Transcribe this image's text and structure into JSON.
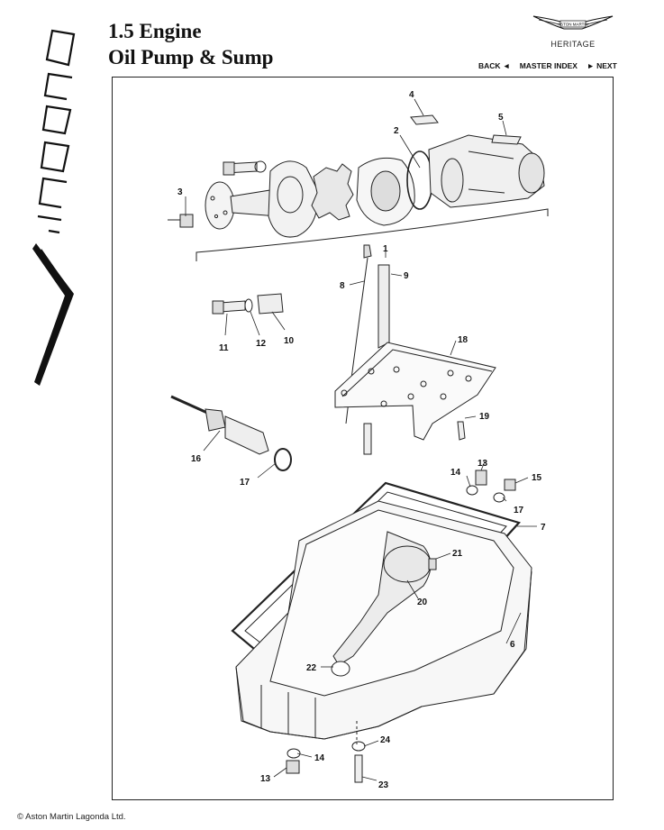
{
  "header": {
    "title_line1": "1.5 Engine",
    "title_line2": "Oil Pump & Sump",
    "vertical_logo_text": "Virage"
  },
  "brand": {
    "logo_text": "ASTON MARTIN",
    "subtitle": "HERITAGE"
  },
  "nav": {
    "back": "BACK ◄",
    "master_index": "MASTER INDEX",
    "next": "► NEXT"
  },
  "diagram": {
    "part_labels": [
      "1",
      "2",
      "3",
      "4",
      "5",
      "6",
      "7",
      "8",
      "9",
      "10",
      "11",
      "12",
      "13",
      "14",
      "15",
      "16",
      "17",
      "17",
      "18",
      "19",
      "20",
      "21",
      "22",
      "13",
      "14",
      "23",
      "24"
    ]
  },
  "footer": {
    "copyright": "© Aston Martin Lagonda Ltd."
  }
}
